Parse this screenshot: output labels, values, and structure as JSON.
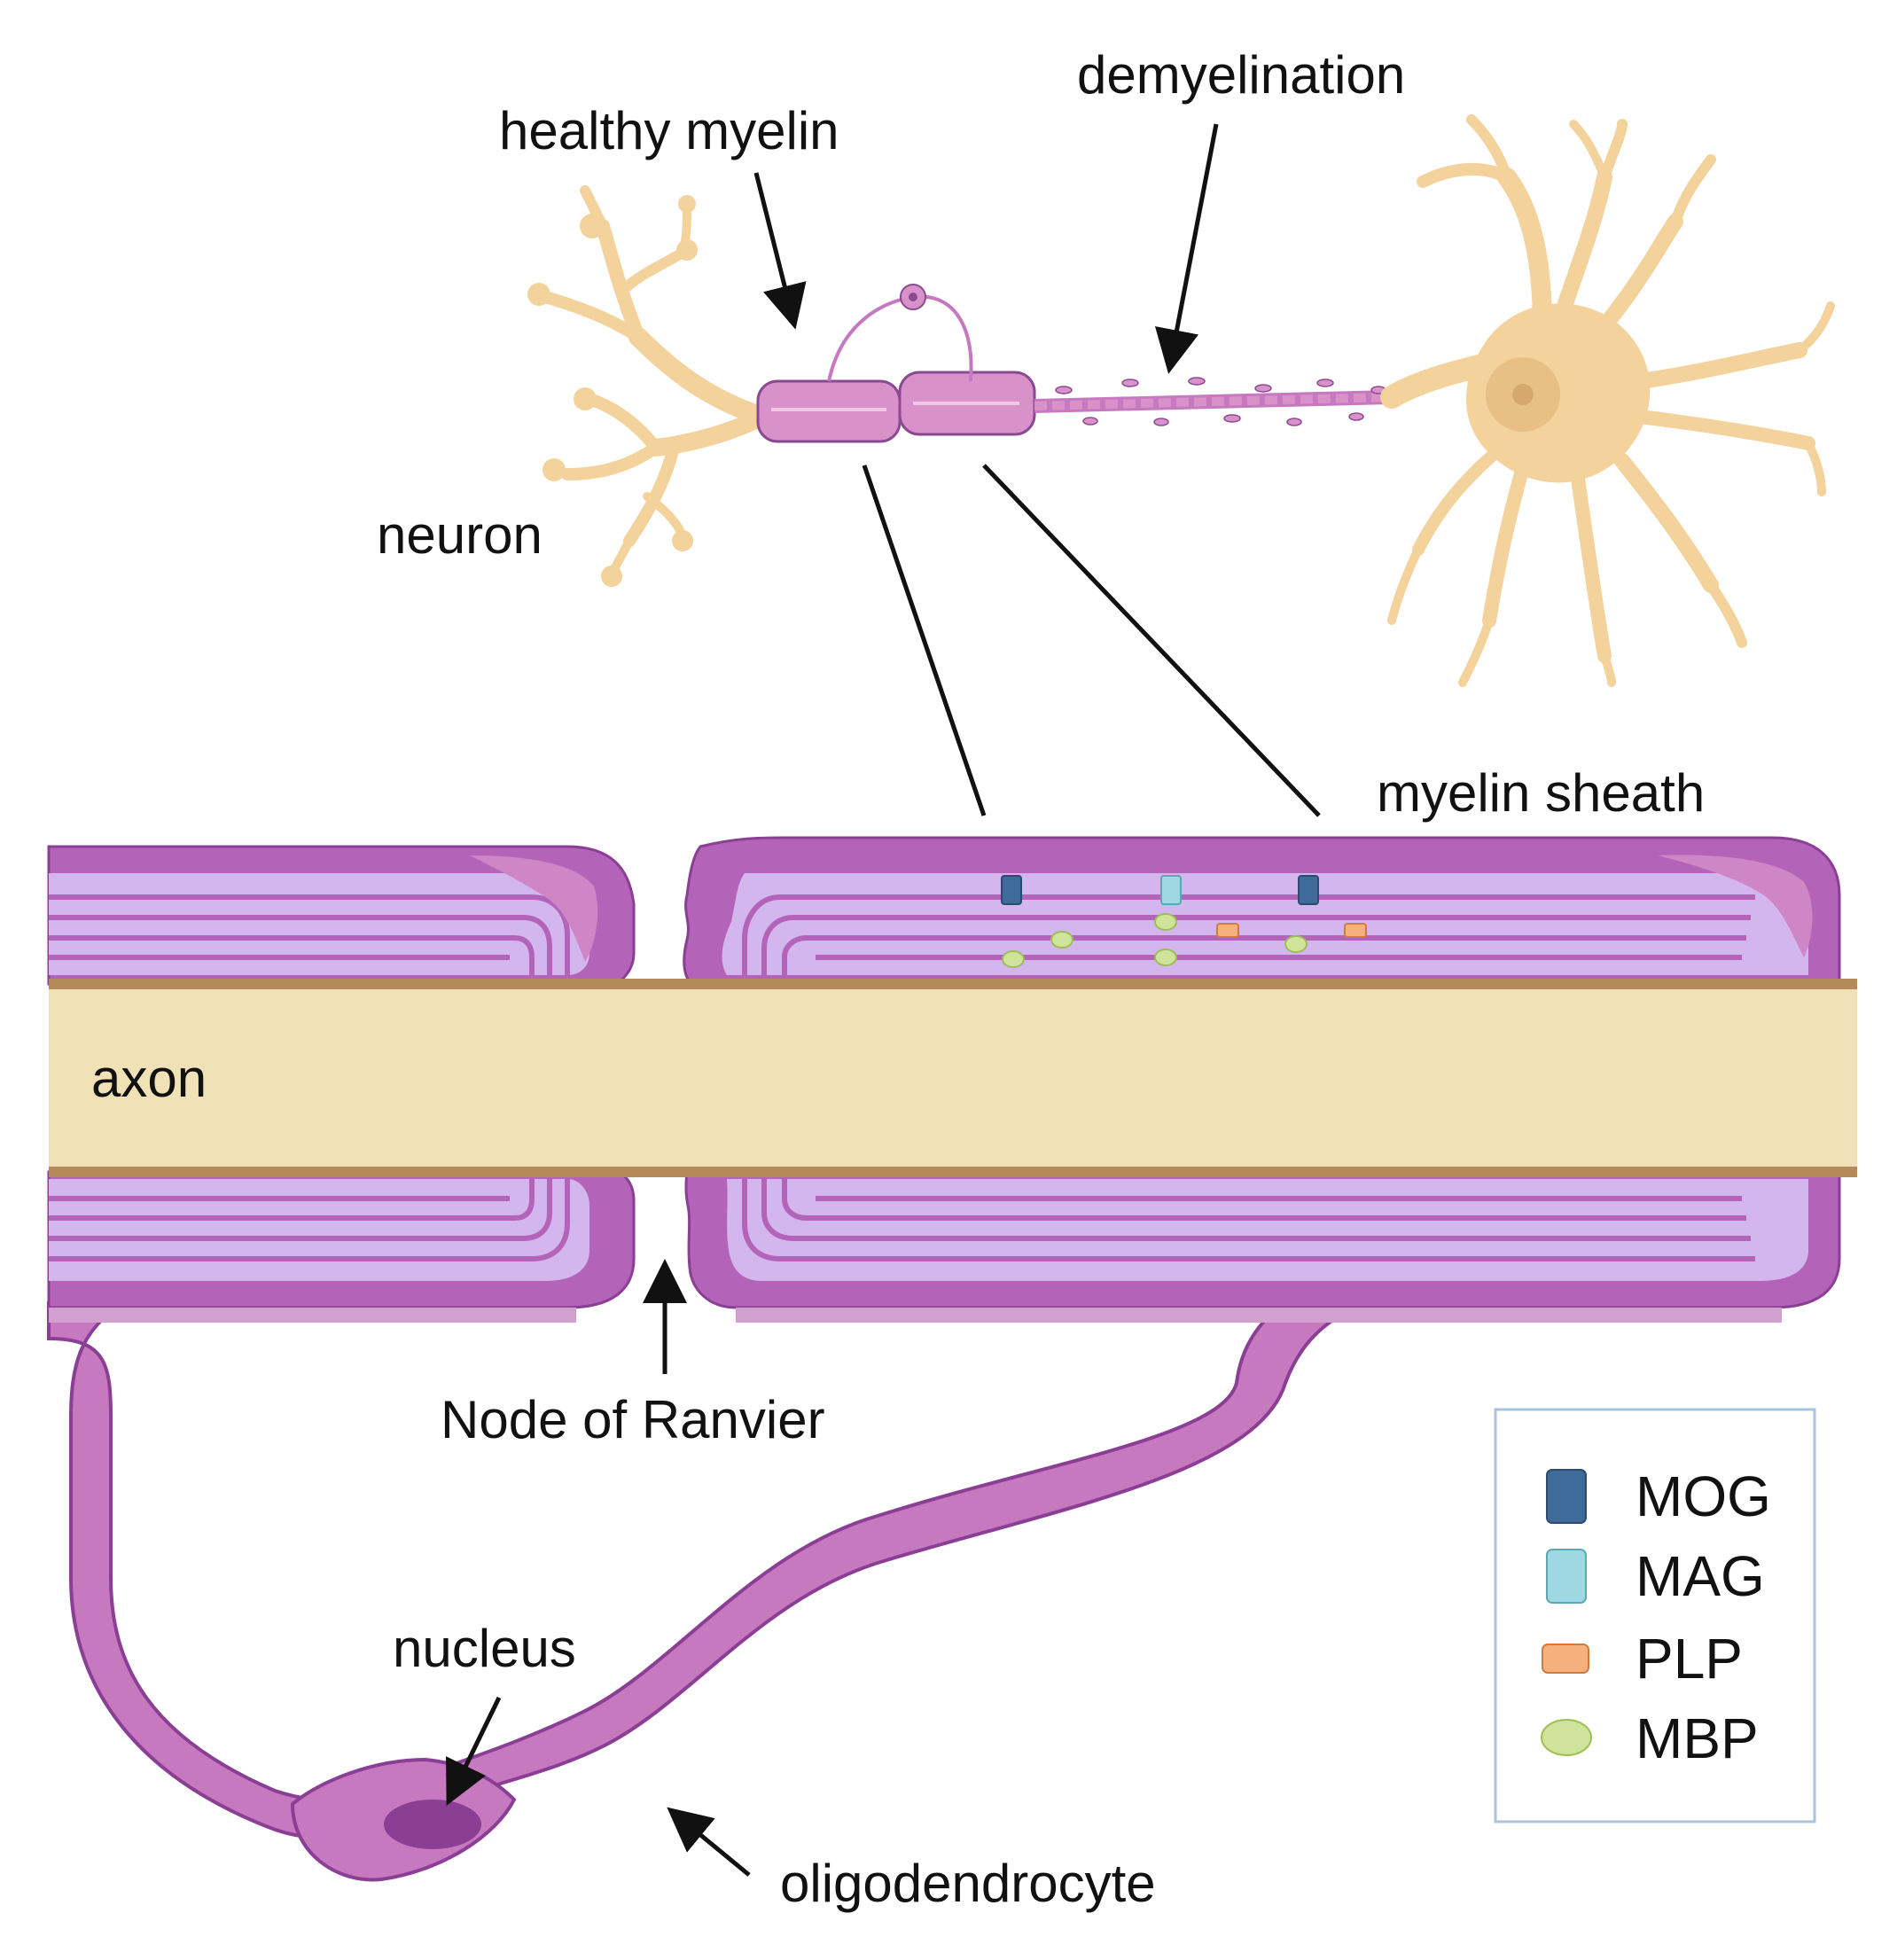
{
  "labels": {
    "healthy_myelin": "healthy myelin",
    "demyelination": "demyelination",
    "neuron": "neuron",
    "myelin_sheath": "myelin sheath",
    "axon": "axon",
    "node_of_ranvier": "Node of Ranvier",
    "nucleus": "nucleus",
    "oligodendrocyte": "oligodendrocyte"
  },
  "legend": [
    {
      "label": "MOG",
      "color": "#3f6b9a",
      "shape": "rect"
    },
    {
      "label": "MAG",
      "color": "#9fd8e2",
      "shape": "rect"
    },
    {
      "label": "PLP",
      "color": "#f5b07d",
      "shape": "small-rect"
    },
    {
      "label": "MBP",
      "color": "#cfe39a",
      "shape": "ellipse"
    }
  ],
  "colors": {
    "neuron": "#f3d29b",
    "axon": "#f0e2b6",
    "axon_border": "#b58a5a",
    "myelin_outer": "#b464b8",
    "myelin_inner": "#d3b6ee",
    "oligodendrocyte": "#c779c0"
  }
}
